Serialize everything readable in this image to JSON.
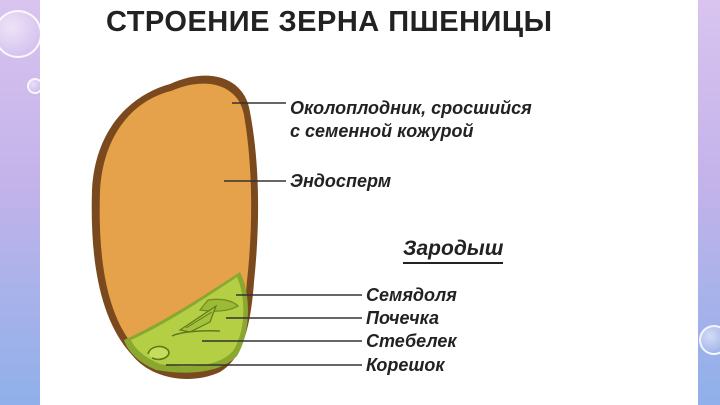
{
  "title": "СТРОЕНИЕ ЗЕРНА ПШЕНИЦЫ",
  "labels": {
    "pericarp_line1": "Околоплодник, сросшийся",
    "pericarp_line2": "с семенной кожурой",
    "endosperm": "Эндосперм"
  },
  "embryo": {
    "heading": "Зародыш",
    "parts": [
      "Семядоля",
      "Почечка",
      "Стебелек",
      "Корешок"
    ]
  },
  "colors": {
    "pericarp": "#7a4a1e",
    "endosperm": "#e6a24a",
    "embryo": "#b5cf45",
    "background": "#c3b3ea"
  }
}
